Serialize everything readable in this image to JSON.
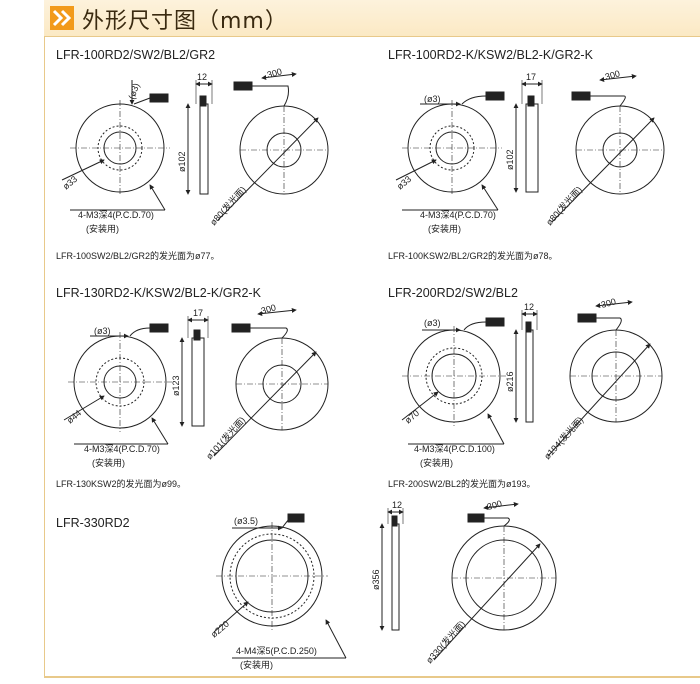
{
  "header": {
    "title": "外形尺寸图（mm）",
    "icon": "double-chevron-right-icon",
    "accent": "#f29a1a"
  },
  "models": [
    {
      "name": "LFR-100RD2/SW2/BL2/GR2",
      "note": "LFR-100SW2/BL2/GR2的发光面为ø77。",
      "labels": {
        "hole": "(ø3)",
        "width": "12",
        "cable": "300",
        "height": "ø102",
        "inner": "ø33",
        "mount": "4-M3深4(P.C.D.70)",
        "use": "(安装用)",
        "emit": "ø80(发光面)"
      }
    },
    {
      "name": "LFR-100RD2-K/KSW2/BL2-K/GR2-K",
      "note": "LFR-100KSW2/BL2/GR2的发光面为ø78。",
      "labels": {
        "hole": "(ø3)",
        "width": "17",
        "cable": "300",
        "height": "ø102",
        "inner": "ø33",
        "mount": "4-M3深4(P.C.D.70)",
        "use": "(安装用)",
        "emit": "ø80(发光面)"
      }
    },
    {
      "name": "LFR-130RD2-K/KSW2/BL2-K/GR2-K",
      "note": "LFR-130KSW2的发光面为ø99。",
      "labels": {
        "hole": "(ø3)",
        "width": "17",
        "cable": "300",
        "height": "ø123",
        "inner": "ø44",
        "mount": "4-M3深4(P.C.D.70)",
        "use": "(安装用)",
        "emit": "ø101(发光面)"
      }
    },
    {
      "name": "LFR-200RD2/SW2/BL2",
      "note": "LFR-200SW2/BL2的发光面为ø193。",
      "labels": {
        "hole": "(ø3)",
        "width": "12",
        "cable": "300",
        "height": "ø216",
        "inner": "ø70",
        "mount": "4-M3深4(P.C.D.100)",
        "use": "(安装用)",
        "emit": "ø194(发光面)"
      }
    },
    {
      "name": "LFR-330RD2",
      "note": "",
      "labels": {
        "hole": "(ø3.5)",
        "width": "12",
        "cable": "300",
        "height": "ø356",
        "inner": "ø220",
        "mount": "4-M4深5(P.C.D.250)",
        "use": "(安装用)",
        "emit": "ø330(发光面)"
      }
    }
  ]
}
